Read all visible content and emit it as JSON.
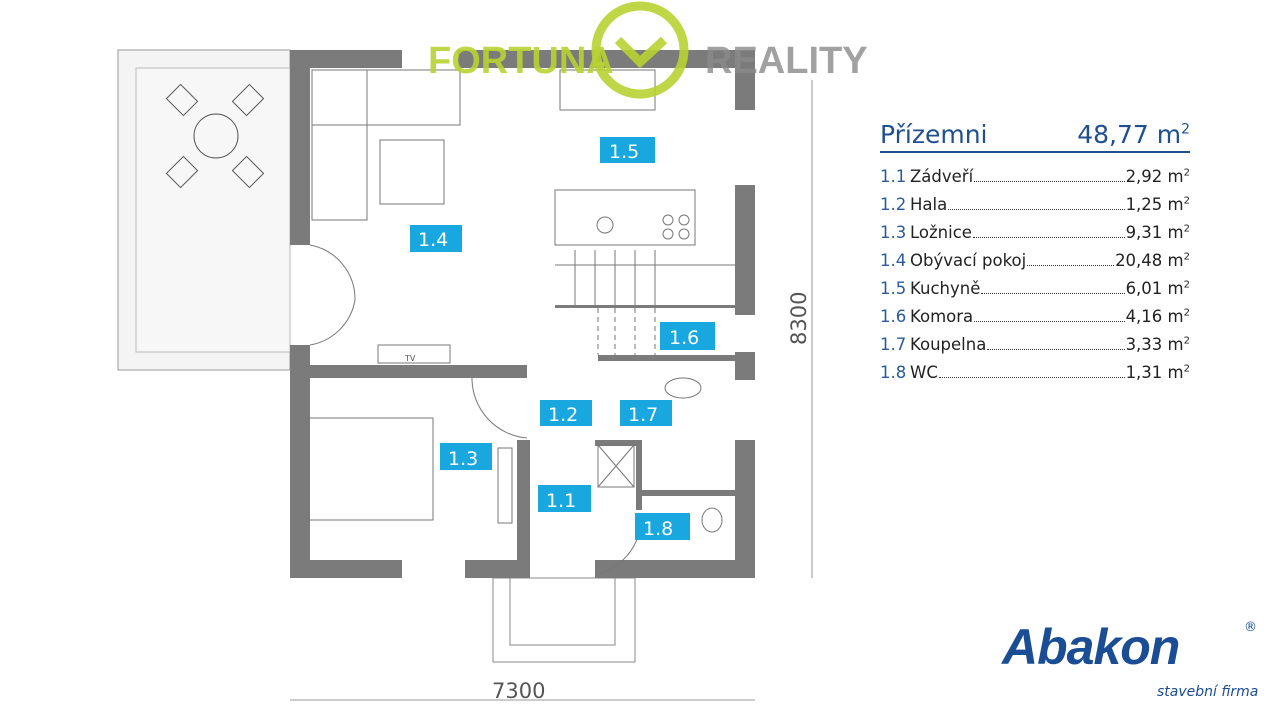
{
  "plan": {
    "rooms": {
      "r11": "1.1",
      "r12": "1.2",
      "r13": "1.3",
      "r14": "1.4",
      "r15": "1.5",
      "r16": "1.6",
      "r17": "1.7",
      "r18": "1.8"
    },
    "tv_label": "TV",
    "width_dim": "7300",
    "height_dim": "8300"
  },
  "legend": {
    "title": "Přízemni",
    "total": "48,77 m",
    "unit_sup": "2",
    "rows": [
      {
        "num": "1.1",
        "name": "Zádveří",
        "area": "2,92 m"
      },
      {
        "num": "1.2",
        "name": "Hala",
        "area": "1,25 m"
      },
      {
        "num": "1.3",
        "name": "Ložnice",
        "area": "9,31 m"
      },
      {
        "num": "1.4",
        "name": "Obývací pokoj",
        "area": "20,48 m"
      },
      {
        "num": "1.5",
        "name": "Kuchyně",
        "area": "6,01 m"
      },
      {
        "num": "1.6",
        "name": "Komora",
        "area": "4,16 m"
      },
      {
        "num": "1.7",
        "name": "Koupelna",
        "area": "3,33 m"
      },
      {
        "num": "1.8",
        "name": "WC",
        "area": "1,31 m"
      }
    ]
  },
  "watermark": {
    "left": "FORTUNA",
    "right": "REALITY"
  },
  "brand": {
    "name": "Abakon",
    "tagline": "stavební firma",
    "reg": "®"
  },
  "colors": {
    "wall": "#7b7b7b",
    "label": "#19a7df",
    "legend": "#1f4f8f",
    "brand": "#1a4d93",
    "watermark_green": "#b9d334"
  }
}
